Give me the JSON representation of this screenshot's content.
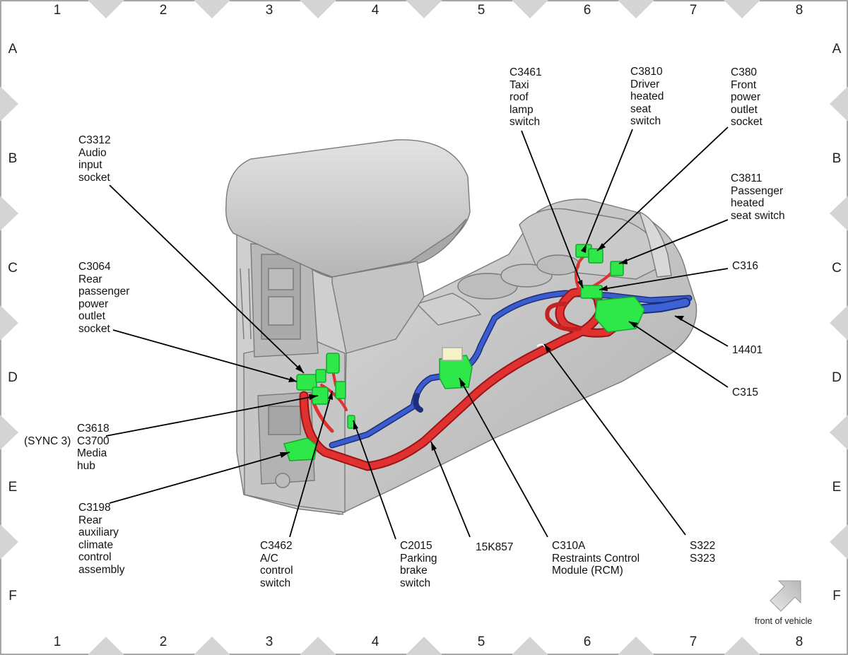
{
  "grid": {
    "columns": [
      "1",
      "2",
      "3",
      "4",
      "5",
      "6",
      "7",
      "8"
    ],
    "rows": [
      "A",
      "B",
      "C",
      "D",
      "E",
      "F"
    ]
  },
  "labels": {
    "c3312": "C3312\nAudio\ninput\nsocket",
    "c3064": "C3064\nRear\npassenger\npower\noutlet\nsocket",
    "c3618": "C3618\nC3700\nMedia\nhub",
    "sync3": "(SYNC 3)",
    "c3198": "C3198\nRear\nauxiliary\nclimate\ncontrol\nassembly",
    "c3462": "C3462\nA/C\ncontrol\nswitch",
    "c2015": "C2015\nParking\nbrake\nswitch",
    "k857": "15K857",
    "c310a": "C310A\nRestraints Control\nModule (RCM)",
    "s322": "S322\nS323",
    "c3461": "C3461\nTaxi\nroof\nlamp\nswitch",
    "c3810": "C3810\nDriver\nheated\nseat\nswitch",
    "c380": "C380\nFront\npower\noutlet\nsocket",
    "c3811": "C3811\nPassenger\nheated\nseat switch",
    "c316": "C316",
    "h14401": "14401",
    "c315": "C315",
    "front_of_vehicle": "front of vehicle"
  },
  "colors": {
    "harness_red": "#e03030",
    "harness_blue": "#2e4fb0",
    "connector_green": "#2ee84a",
    "console_grey": "#c8c8c8"
  }
}
